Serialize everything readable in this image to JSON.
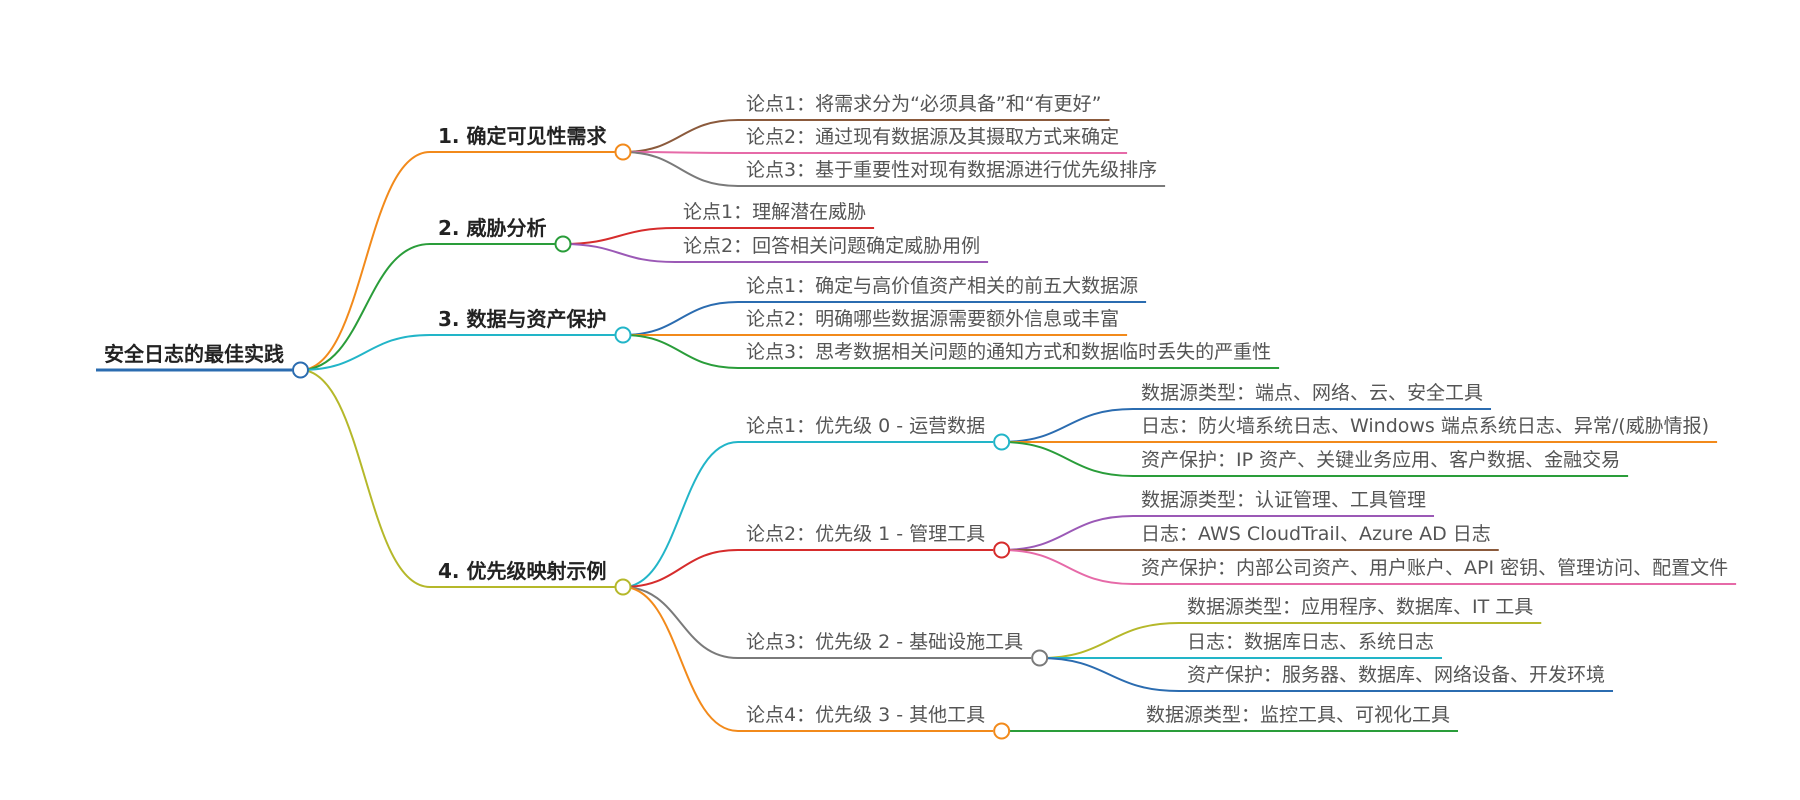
{
  "root": {
    "id": "root",
    "label": "安全日志的最佳实践",
    "color": "#2b6cb0"
  },
  "branches": [
    {
      "id": "b1",
      "label": "1. 确定可见性需求",
      "color": "#f28a1b",
      "points": [
        {
          "id": "b1p1",
          "label": "论点1：将需求分为“必须具备”和“有更好”",
          "color": "#8b5a3c"
        },
        {
          "id": "b1p2",
          "label": "论点2：通过现有数据源及其摄取方式来确定",
          "color": "#e66aa8"
        },
        {
          "id": "b1p3",
          "label": "论点3：基于重要性对现有数据源进行优先级排序",
          "color": "#7a7a7a"
        }
      ]
    },
    {
      "id": "b2",
      "label": "2. 威胁分析",
      "color": "#2a9d3a",
      "points": [
        {
          "id": "b2p1",
          "label": "论点1：理解潜在威胁",
          "color": "#d62c2c"
        },
        {
          "id": "b2p2",
          "label": "论点2：回答相关问题确定威胁用例",
          "color": "#9b59b6"
        }
      ]
    },
    {
      "id": "b3",
      "label": "3. 数据与资产保护",
      "color": "#22b5c8",
      "points": [
        {
          "id": "b3p1",
          "label": "论点1：确定与高价值资产相关的前五大数据源",
          "color": "#2b6cb0"
        },
        {
          "id": "b3p2",
          "label": "论点2：明确哪些数据源需要额外信息或丰富",
          "color": "#f28a1b"
        },
        {
          "id": "b3p3",
          "label": "论点3：思考数据相关问题的通知方式和数据临时丢失的严重性",
          "color": "#2a9d3a"
        }
      ]
    },
    {
      "id": "b4",
      "label": "4. 优先级映射示例",
      "color": "#b5b82a",
      "points": [
        {
          "id": "b4p1",
          "label": "论点1：优先级 0 - 运营数据",
          "color": "#22b5c8",
          "leaves": [
            {
              "id": "b4p1l1",
              "label": "数据源类型：端点、网络、云、安全工具",
              "color": "#2b6cb0"
            },
            {
              "id": "b4p1l2",
              "label": "日志：防火墙系统日志、Windows 端点系统日志、异常/(威胁情报)",
              "color": "#f28a1b"
            },
            {
              "id": "b4p1l3",
              "label": "资产保护：IP 资产、关键业务应用、客户数据、金融交易",
              "color": "#2a9d3a"
            }
          ]
        },
        {
          "id": "b4p2",
          "label": "论点2：优先级 1 - 管理工具",
          "color": "#d62c2c",
          "leaves": [
            {
              "id": "b4p2l1",
              "label": "数据源类型：认证管理、工具管理",
              "color": "#9b59b6"
            },
            {
              "id": "b4p2l2",
              "label": "日志：AWS CloudTrail、Azure AD 日志",
              "color": "#8b5a3c"
            },
            {
              "id": "b4p2l3",
              "label": "资产保护：内部公司资产、用户账户、API 密钥、管理访问、配置文件",
              "color": "#e66aa8"
            }
          ]
        },
        {
          "id": "b4p3",
          "label": "论点3：优先级 2 - 基础设施工具",
          "color": "#7a7a7a",
          "leaves": [
            {
              "id": "b4p3l1",
              "label": "数据源类型：应用程序、数据库、IT 工具",
              "color": "#b5b82a"
            },
            {
              "id": "b4p3l2",
              "label": "日志：数据库日志、系统日志",
              "color": "#22b5c8"
            },
            {
              "id": "b4p3l3",
              "label": "资产保护：服务器、数据库、网络设备、开发环境",
              "color": "#2b6cb0"
            }
          ]
        },
        {
          "id": "b4p4",
          "label": "论点4：优先级 3 - 其他工具",
          "color": "#f28a1b",
          "leaves": [
            {
              "id": "b4p4l1",
              "label": "数据源类型：监控工具、可视化工具",
              "color": "#2a9d3a"
            }
          ]
        }
      ]
    }
  ]
}
